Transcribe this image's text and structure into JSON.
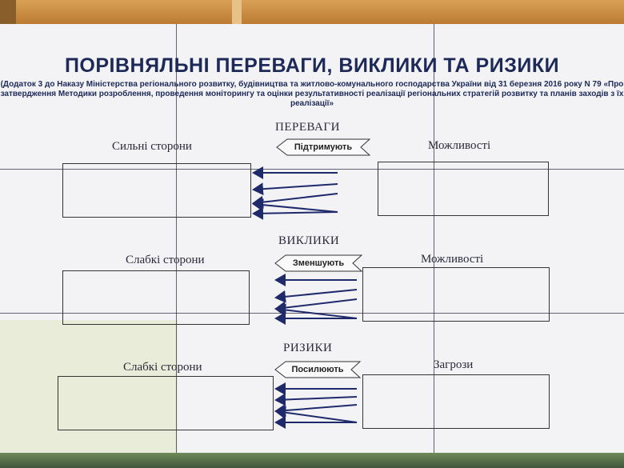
{
  "slide": {
    "title": "ПОРІВНЯЛЬНІ ПЕРЕВАГИ, ВИКЛИКИ ТА РИЗИКИ",
    "subtitle_line1": "(Додаток 3 до Наказу Міністерства регіонального розвитку, будівництва та житлово-комунального господарства України від 31 березня 2016 року N 79 «Про",
    "subtitle_line2": "затвердження Методики розроблення, проведення моніторингу та оцінки результативності реалізації регіональних стратегій розвитку та планів заходів з їх",
    "subtitle_line3": "реалізації»"
  },
  "sections": [
    {
      "heading": "ПЕРЕВАГИ",
      "left_label": "Сильні сторони",
      "right_label": "Можливості",
      "connector": "Підтримують"
    },
    {
      "heading": "ВИКЛИКИ",
      "left_label": "Слабкі сторони",
      "right_label": "Можливості",
      "connector": "Зменшують"
    },
    {
      "heading": "РИЗИКИ",
      "left_label": "Слабкі сторони",
      "right_label": "Загрози",
      "connector": "Посилюють"
    }
  ],
  "colors": {
    "title": "#1d2a58",
    "screen": "#f3f3f6",
    "arrow": "#1f2a6b",
    "wall": "#c98a3e"
  }
}
